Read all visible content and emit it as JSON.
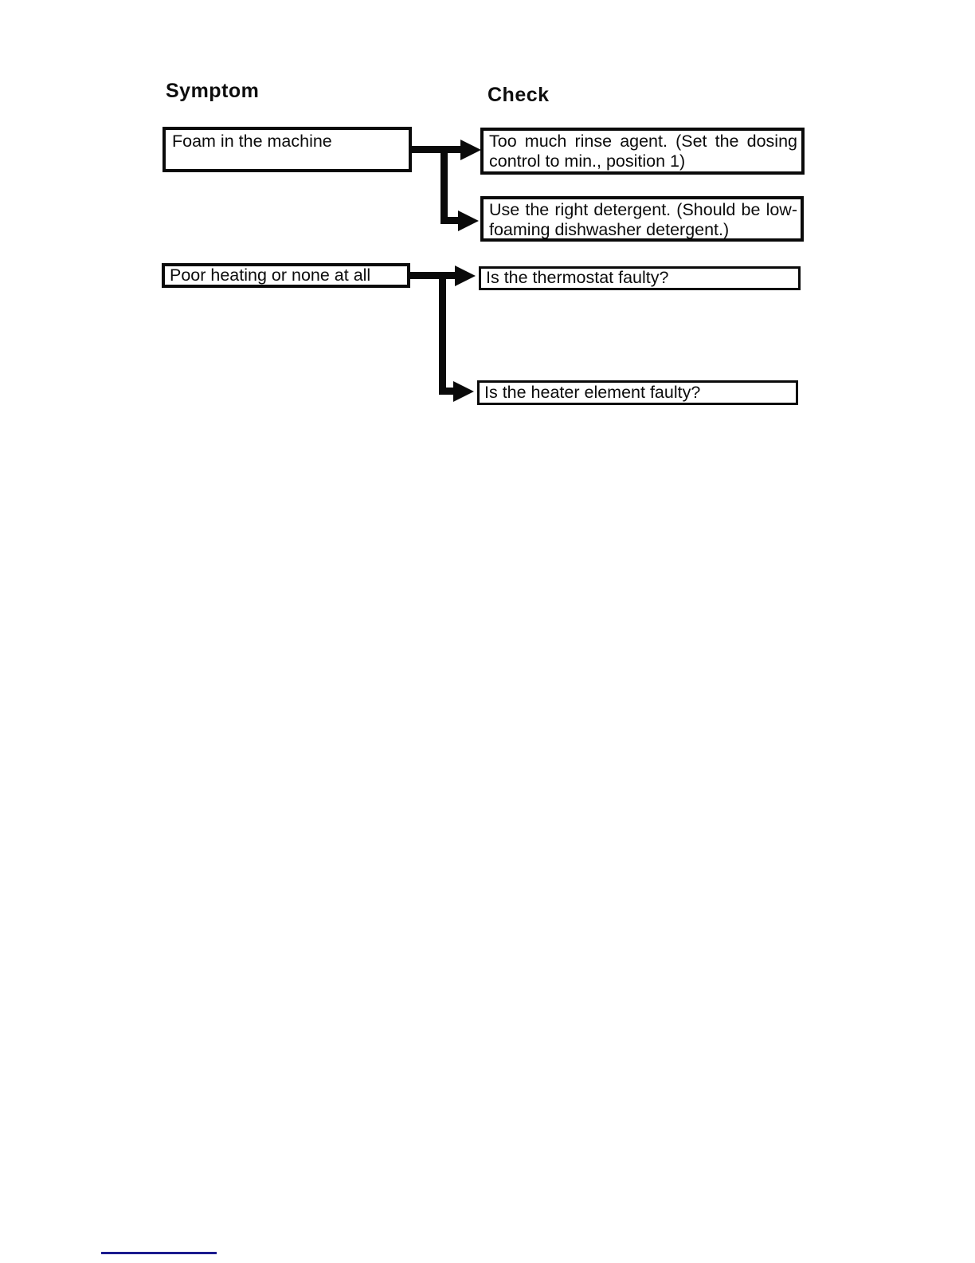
{
  "colors": {
    "paper": "#ffffff",
    "ink": "#0a0a0a",
    "footer_rule": "#1b1b8e"
  },
  "headers": {
    "symptom": "Symptom",
    "check": "Check"
  },
  "flowchart": {
    "rows": [
      {
        "symptom": "Foam in the machine",
        "checks": [
          "Too much rinse agent. (Set the dosing control to min., position 1)",
          "Use the right detergent. (Should be low-foaming dishwasher detergent.)"
        ]
      },
      {
        "symptom": "Poor heating or none at all",
        "checks": [
          "Is the thermostat faulty?",
          "Is the heater element faulty?"
        ]
      }
    ]
  },
  "footer": {
    "rule_style": "background:#1b1b8e"
  }
}
